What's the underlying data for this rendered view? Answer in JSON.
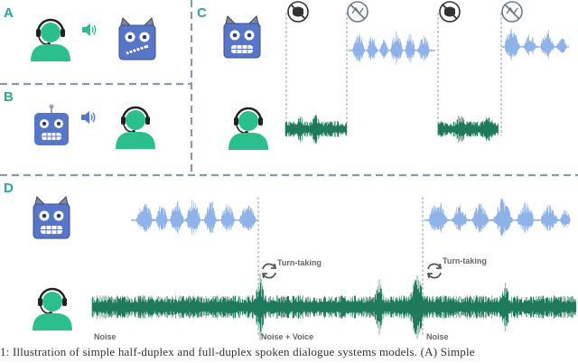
{
  "panels": {
    "a": "A",
    "b": "B",
    "c": "C",
    "d": "D"
  },
  "annotations": {
    "turn_taking_1": "Turn-taking",
    "turn_taking_2": "Turn-taking",
    "noise_1": "Noise",
    "noise_voice": "Noise + Voice",
    "noise_2": "Noise"
  },
  "caption": "1: Illustration of simple half-duplex and full-duplex spoken dialogue systems models. (A) Simple",
  "colors": {
    "human_green": "#2bbf8d",
    "robot_blue": "#5876c8",
    "voice_wave_blue": "#8fb3e8",
    "noise_wave_green": "#1f7a5c",
    "divider_dashes": "#8a99a8"
  },
  "icons": {
    "human": "headset-user-icon",
    "robot": "robot-face-icon",
    "speaker": "speaker-icon",
    "no_speak": "no-speak-icon",
    "cycle": "cycle-arrows-icon"
  }
}
